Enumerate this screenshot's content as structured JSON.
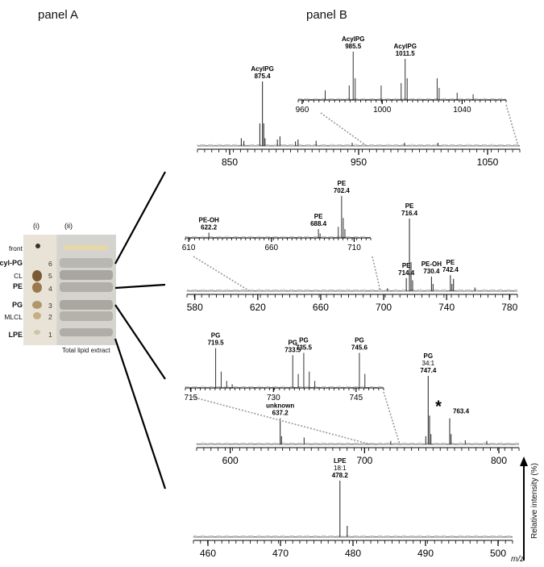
{
  "panelA": {
    "title": "panel A",
    "lane_i": "(i)",
    "lane_ii": "(ii)",
    "labels": [
      {
        "text": "front",
        "bold": false
      },
      {
        "text": "Acyl-PG",
        "bold": true
      },
      {
        "text": "CL",
        "bold": false
      },
      {
        "text": "PE",
        "bold": true
      },
      {
        "text": "PG",
        "bold": true
      },
      {
        "text": "MLCL",
        "bold": false
      },
      {
        "text": "LPE",
        "bold": true
      }
    ],
    "band_numbers": [
      "6",
      "5",
      "4",
      "3",
      "2",
      "1"
    ],
    "caption": "Total lipid extract"
  },
  "panelB": {
    "title": "panel B",
    "y_axis_label": "Relative intensity (%)",
    "x_axis_label": "m/z"
  },
  "chart_data": [
    {
      "type": "line",
      "name": "Acyl-PG spectrum",
      "x_ticks": [
        "850",
        "950",
        "1050"
      ],
      "x_range": [
        825,
        1075
      ],
      "peaks": [
        {
          "x": 859,
          "y": 0.12
        },
        {
          "x": 861,
          "y": 0.08
        },
        {
          "x": 873.4,
          "y": 0.35
        },
        {
          "x": 875.4,
          "y": 1.0
        },
        {
          "x": 876.4,
          "y": 0.35
        },
        {
          "x": 877.4,
          "y": 0.12
        },
        {
          "x": 887,
          "y": 0.1
        },
        {
          "x": 889,
          "y": 0.15
        },
        {
          "x": 901,
          "y": 0.07
        },
        {
          "x": 903,
          "y": 0.1
        },
        {
          "x": 917,
          "y": 0.08
        },
        {
          "x": 945,
          "y": 0.05
        },
        {
          "x": 985.5,
          "y": 0.05
        },
        {
          "x": 1011.5,
          "y": 0.05
        }
      ],
      "labels": [
        {
          "name": "AcylPG",
          "value": "875.4",
          "x": 875.4
        }
      ],
      "inset": {
        "x_ticks": [
          "960",
          "1000",
          "1040"
        ],
        "x_range": [
          958,
          1062
        ],
        "peaks": [
          {
            "x": 985.5,
            "y": 1.0
          },
          {
            "x": 986.5,
            "y": 0.45
          },
          {
            "x": 983.5,
            "y": 0.3
          },
          {
            "x": 1011.5,
            "y": 0.85
          },
          {
            "x": 1012.5,
            "y": 0.45
          },
          {
            "x": 1009.5,
            "y": 0.35
          },
          {
            "x": 1027.5,
            "y": 0.45
          },
          {
            "x": 1028.5,
            "y": 0.25
          },
          {
            "x": 999.5,
            "y": 0.3
          },
          {
            "x": 971.5,
            "y": 0.2
          },
          {
            "x": 1037.5,
            "y": 0.15
          },
          {
            "x": 1045.5,
            "y": 0.12
          }
        ],
        "labels": [
          {
            "name": "AcylPG",
            "value": "985.5",
            "x": 985.5
          },
          {
            "name": "AcylPG",
            "value": "1011.5",
            "x": 1011.5
          }
        ]
      }
    },
    {
      "type": "line",
      "name": "PE spectrum",
      "x_ticks": [
        "580",
        "620",
        "660",
        "700",
        "740",
        "780"
      ],
      "x_range": [
        575,
        785
      ],
      "peaks": [
        {
          "x": 702.4,
          "y": 0.04
        },
        {
          "x": 714.4,
          "y": 0.18
        },
        {
          "x": 716.4,
          "y": 1.0
        },
        {
          "x": 717.4,
          "y": 0.4
        },
        {
          "x": 718.4,
          "y": 0.15
        },
        {
          "x": 730.4,
          "y": 0.2
        },
        {
          "x": 731.4,
          "y": 0.1
        },
        {
          "x": 742.4,
          "y": 0.22
        },
        {
          "x": 743.4,
          "y": 0.1
        },
        {
          "x": 744.4,
          "y": 0.17
        },
        {
          "x": 758,
          "y": 0.05
        }
      ],
      "labels": [
        {
          "name": "PE",
          "value": "716.4",
          "x": 716.4
        },
        {
          "name": "PE",
          "value": "714.4",
          "x": 714.4
        },
        {
          "name": "PE-OH",
          "value": "730.4",
          "x": 730.4
        },
        {
          "name": "PE",
          "value": "742.4",
          "x": 742.4
        }
      ],
      "inset": {
        "x_ticks": [
          "610",
          "660",
          "710"
        ],
        "x_range": [
          608,
          720
        ],
        "peaks": [
          {
            "x": 622.2,
            "y": 0.12
          },
          {
            "x": 688.4,
            "y": 0.2
          },
          {
            "x": 689.4,
            "y": 0.1
          },
          {
            "x": 700.4,
            "y": 0.25
          },
          {
            "x": 702.4,
            "y": 0.95
          },
          {
            "x": 703.4,
            "y": 0.45
          },
          {
            "x": 704.4,
            "y": 0.2
          }
        ],
        "labels": [
          {
            "name": "PE-OH",
            "value": "622.2",
            "x": 622.2
          },
          {
            "name": "PE",
            "value": "688.4",
            "x": 688.4
          },
          {
            "name": "PE",
            "value": "702.4",
            "x": 702.4
          }
        ]
      }
    },
    {
      "type": "line",
      "name": "PG spectrum",
      "x_ticks": [
        "600",
        "700",
        "800"
      ],
      "x_range": [
        575,
        815
      ],
      "peaks": [
        {
          "x": 637.2,
          "y": 0.38
        },
        {
          "x": 638.2,
          "y": 0.12
        },
        {
          "x": 655,
          "y": 0.1
        },
        {
          "x": 719.5,
          "y": 0.05
        },
        {
          "x": 745.6,
          "y": 0.12
        },
        {
          "x": 747.4,
          "y": 1.0
        },
        {
          "x": 748.4,
          "y": 0.42
        },
        {
          "x": 749.4,
          "y": 0.15
        },
        {
          "x": 763.4,
          "y": 0.38
        },
        {
          "x": 764.4,
          "y": 0.15
        },
        {
          "x": 775,
          "y": 0.06
        },
        {
          "x": 791,
          "y": 0.05
        }
      ],
      "labels": [
        {
          "name": "unknown",
          "value": "637.2",
          "x": 637.2
        },
        {
          "name": "PG",
          "sub": "34:1",
          "value": "747.4",
          "x": 747.4
        },
        {
          "name": "*",
          "value": "763.4",
          "x": 763.4
        }
      ],
      "inset": {
        "x_ticks": [
          "715",
          "730",
          "745"
        ],
        "x_range": [
          714,
          750
        ],
        "peaks": [
          {
            "x": 719.5,
            "y": 0.85
          },
          {
            "x": 720.5,
            "y": 0.35
          },
          {
            "x": 721.5,
            "y": 0.15
          },
          {
            "x": 722.5,
            "y": 0.08
          },
          {
            "x": 733.5,
            "y": 0.7
          },
          {
            "x": 734.5,
            "y": 0.3
          },
          {
            "x": 735.5,
            "y": 0.75
          },
          {
            "x": 736.5,
            "y": 0.35
          },
          {
            "x": 737.5,
            "y": 0.15
          },
          {
            "x": 745.6,
            "y": 0.75
          },
          {
            "x": 746.6,
            "y": 0.3
          }
        ],
        "labels": [
          {
            "name": "PG",
            "value": "719.5",
            "x": 719.5
          },
          {
            "name": "PG",
            "value": "733.5",
            "x": 733.5
          },
          {
            "name": "PG",
            "value": "735.5",
            "x": 735.5
          },
          {
            "name": "PG",
            "value": "745.6",
            "x": 745.6
          }
        ]
      }
    },
    {
      "type": "line",
      "name": "LPE spectrum",
      "x_ticks": [
        "460",
        "470",
        "480",
        "490",
        "500"
      ],
      "x_range": [
        458,
        502
      ],
      "peaks": [
        {
          "x": 478.2,
          "y": 1.0
        },
        {
          "x": 479.2,
          "y": 0.2
        }
      ],
      "labels": [
        {
          "name": "LPE",
          "sub": "18:1",
          "value": "478.2",
          "x": 478.2
        }
      ]
    }
  ]
}
